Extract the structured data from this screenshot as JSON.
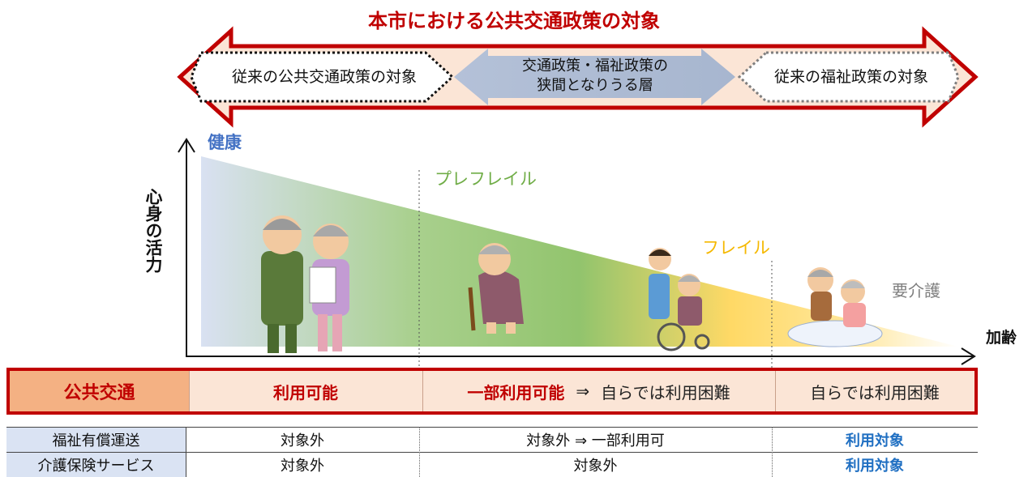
{
  "title": "本市における公共交通政策の対象",
  "top_arrow": {
    "left_box": "従来の公共交通政策の対象",
    "middle_line1": "交通政策・福祉政策の",
    "middle_line2": "狭間となりうる層",
    "right_box": "従来の福祉政策の対象"
  },
  "chart": {
    "y_axis_label": "心身の活力",
    "x_axis_label": "加齢",
    "stages": {
      "healthy": "健康",
      "prefrail": "プレフレイル",
      "frail": "フレイル",
      "care": "要介護"
    },
    "colors": {
      "healthy": "#4472c4",
      "prefrail": "#70ad47",
      "frail": "#f5b800",
      "care": "#7f7f7f"
    }
  },
  "public_transport": {
    "label": "公共交通",
    "col1": "利用可能",
    "col2_red": "一部利用可能",
    "col2_arrow": "⇒",
    "col2_rest": "自らでは利用困難",
    "col3": "自らでは利用困難"
  },
  "table": [
    {
      "label": "福祉有償運送",
      "col1": "対象外",
      "col2": "対象外 ⇒ 一部利用可",
      "col3": "利用対象"
    },
    {
      "label": "介護保険サービス",
      "col1": "対象外",
      "col2": "対象外",
      "col3": "利用対象"
    }
  ]
}
